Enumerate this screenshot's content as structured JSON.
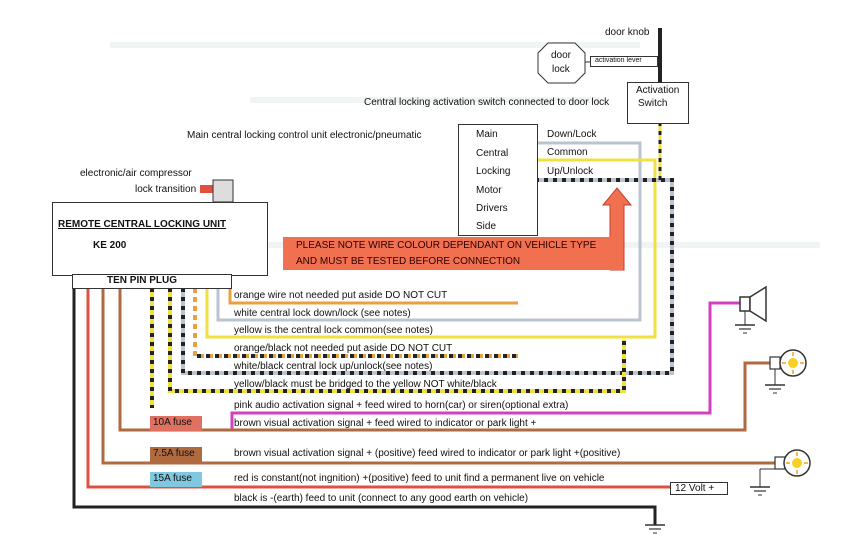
{
  "control_unit": {
    "title": "REMOTE CENTRAL LOCKING UNIT",
    "model": "KE 200",
    "plug": "TEN PIN PLUG"
  },
  "compressor": {
    "line1": "electronic/air compressor",
    "line2": "lock transition"
  },
  "main_unit": {
    "caption": "Main central locking control unit electronic/pneumatic",
    "lines": [
      "Main",
      "Central",
      "Locking",
      "Motor",
      "Drivers",
      "Side"
    ],
    "terminals": [
      "Down/Lock",
      "Common",
      "Up/Unlock"
    ]
  },
  "door": {
    "knob": "door knob",
    "lock_line1": "door",
    "lock_line2": "lock",
    "lever": "activation lever",
    "switch_line1": "Activation",
    "switch_line2": "Switch",
    "switch_caption": "Central locking activation switch connected to door lock"
  },
  "warning": {
    "line1": "PLEASE NOTE WIRE COLOUR DEPENDANT ON VEHICLE TYPE",
    "line2": "AND MUST BE TESTED BEFORE CONNECTION"
  },
  "wires": [
    "orange wire not needed put aside DO NOT CUT",
    "white central lock down/lock (see notes)",
    "yellow is the central lock common(see notes)",
    "orange/black not needed put aside DO NOT CUT",
    "white/black central lock up/unlock(see notes)",
    "yellow/black must be bridged to the yellow NOT white/black",
    "pink audio activation signal + feed wired to horn(car) or siren(optional extra)",
    "brown visual activation signal + feed wired to indicator or park light +",
    "brown visual activation signal + (positive) feed wired to indicator or park light +(positive)",
    "red is constant(not ingnition) +(positive) feed to unit find a permanent live on vehicle",
    "black is -(earth) feed to unit (connect to any good earth on vehicle)"
  ],
  "fuses": [
    "10A fuse",
    "7.5A fuse",
    "15A fuse"
  ],
  "supply": "12 Volt +",
  "colors": {
    "orange": "#E8A040",
    "white": "#B9C4D0",
    "yellow": "#F0E040",
    "black": "#222222",
    "pink": "#D040C0",
    "brown": "#B06A40",
    "red": "#E05040",
    "warning_bg": "#F07050"
  }
}
